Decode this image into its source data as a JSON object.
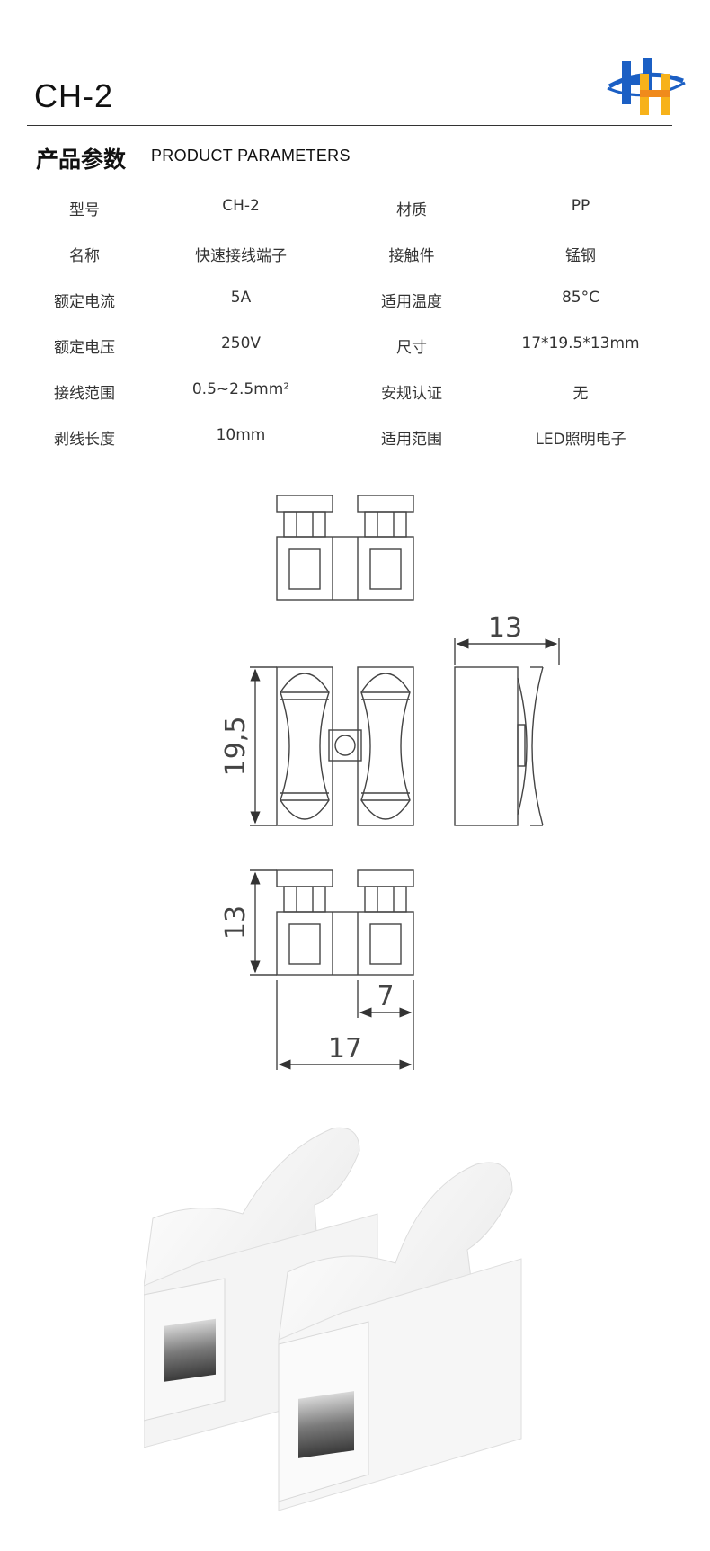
{
  "header": {
    "model": "CH-2",
    "logo_icon": "hh-logo-icon",
    "colors": {
      "logo_blue": "#1b5fc4",
      "logo_yellow": "#f7b21a",
      "logo_orange": "#f08a1c"
    }
  },
  "section": {
    "title_cn": "产品参数",
    "title_en": "PRODUCT PARAMETERS"
  },
  "params": [
    {
      "label1": "型号",
      "value1": "CH-2",
      "label2": "材质",
      "value2": "PP"
    },
    {
      "label1": "名称",
      "value1": "快速接线端子",
      "label2": "接触件",
      "value2": "锰钢"
    },
    {
      "label1": "额定电流",
      "value1": "5A",
      "label2": "适用温度",
      "value2": "85°C"
    },
    {
      "label1": "额定电压",
      "value1": "250V",
      "label2": "尺寸",
      "value2": "17*19.5*13mm"
    },
    {
      "label1": "接线范围",
      "value1": "0.5~2.5mm²",
      "label2": "安规认证",
      "value2": "无"
    },
    {
      "label1": "剥线长度",
      "value1": "10mm",
      "label2": "适用范围",
      "value2": "LED照明电子"
    }
  ],
  "drawing": {
    "dim_depth": "13",
    "dim_length": "19,5",
    "dim_height": "13",
    "dim_half_width": "7",
    "dim_width": "17"
  }
}
